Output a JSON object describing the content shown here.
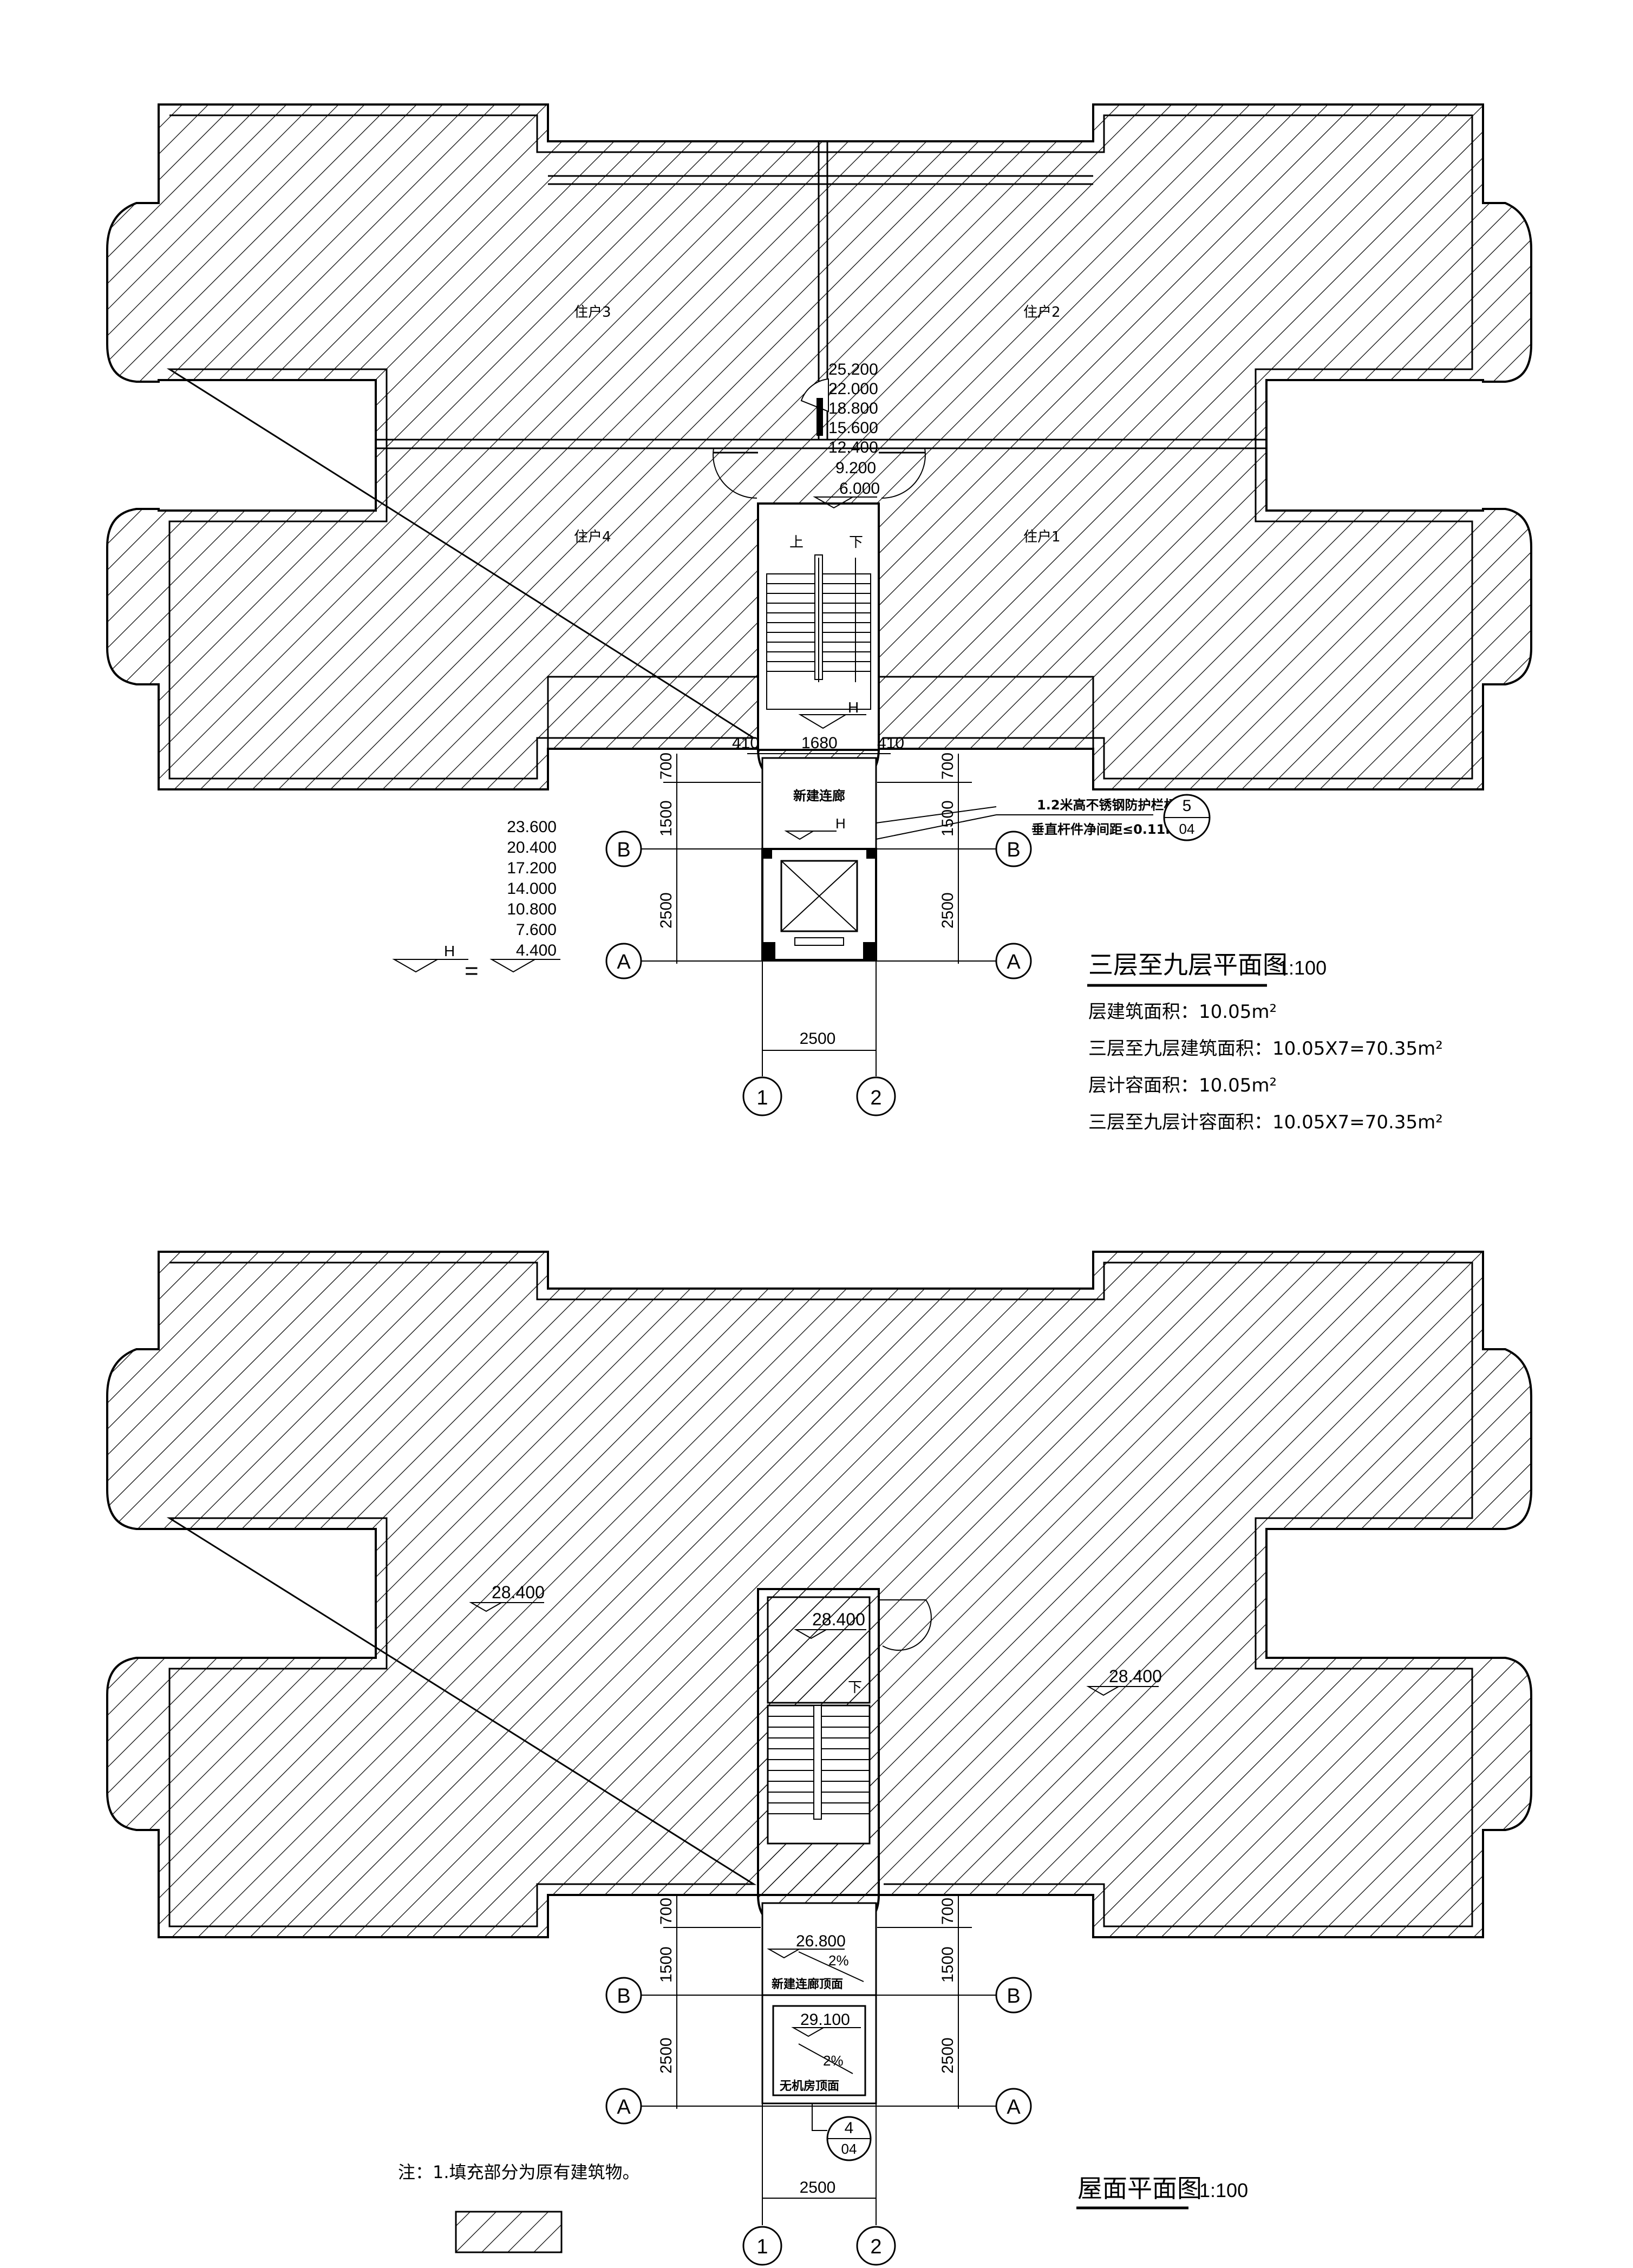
{
  "plan_upper": {
    "title": "三层至九层平面图",
    "scale": "1:100",
    "units": [
      "住户3",
      "住户2",
      "住户4",
      "住户1"
    ],
    "stair_levels": [
      "25.200",
      "22.000",
      "18.800",
      "15.600",
      "12.400",
      "9.200",
      "6.000"
    ],
    "stair_up": "上",
    "stair_down": "下",
    "landing_mark": "H",
    "dims_top": [
      "410",
      "1680",
      "410"
    ],
    "corridor_label": "新建连廊",
    "left_dims": [
      "700",
      "1500",
      "2500"
    ],
    "right_dims": [
      "700",
      "1500",
      "2500"
    ],
    "bottom_dim": "2500",
    "railing_note_1": "1.2米高不锈钢防护栏杆",
    "railing_note_2": "垂直杆件净间距≤0.11m",
    "detail_ref_top": "5",
    "detail_ref_bottom": "04",
    "level_list": [
      "23.600",
      "20.400",
      "17.200",
      "14.000",
      "10.800",
      "7.600",
      "4.400"
    ],
    "level_h": "H",
    "level_eq": "=",
    "axis_a": "A",
    "axis_b": "B",
    "axis_1": "1",
    "axis_2": "2",
    "area_lines": [
      "层建筑面积：10.05m²",
      "三层至九层建筑面积：10.05X7=70.35m²",
      "层计容面积：10.05m²",
      "三层至九层计容面积：10.05X7=70.35m²"
    ]
  },
  "plan_roof": {
    "title": "屋面平面图",
    "scale": "1:100",
    "level_left": "28.400",
    "level_right": "28.400",
    "level_stair": "28.400",
    "level_corridor": "26.800",
    "level_machine": "29.100",
    "slope": "2%",
    "corridor_roof_label": "新建连廊顶面",
    "machine_roof_label": "无机房顶面",
    "stair_down": "下",
    "left_dims": [
      "700",
      "1500",
      "2500"
    ],
    "right_dims": [
      "700",
      "1500",
      "2500"
    ],
    "bottom_dim": "2500",
    "detail_ref_top": "4",
    "detail_ref_bottom": "04",
    "axis_a": "A",
    "axis_b": "B",
    "axis_1": "1",
    "axis_2": "2"
  },
  "notes": {
    "note": "注：1.填充部分为原有建筑物。"
  }
}
